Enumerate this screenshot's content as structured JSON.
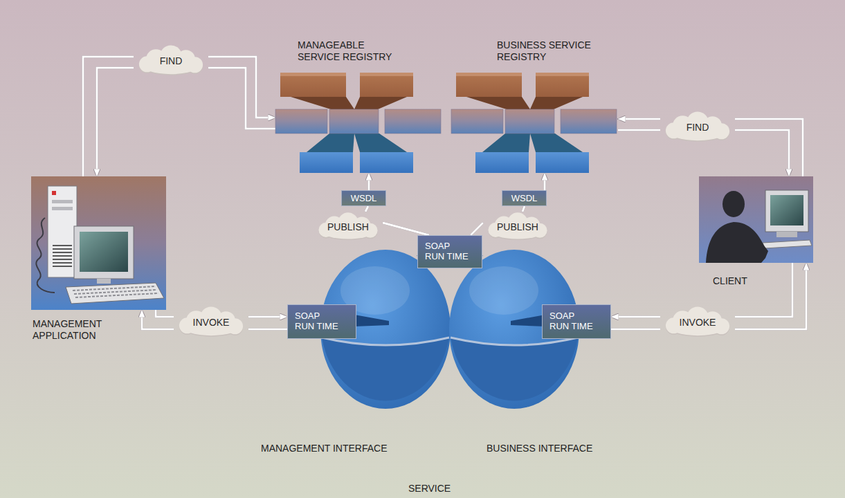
{
  "diagram": {
    "nodes": [
      {
        "text": [
          "MANAGEABLE SERVICE REGISTRY"
        ]
      },
      {
        "text": [
          "BUSINESS SERVICE REGISTRY"
        ]
      },
      {
        "text": [
          "FIND"
        ]
      },
      {
        "text": [
          "FIND"
        ]
      },
      {
        "text": [
          "MANAGEMENT APPLICATION"
        ]
      },
      {
        "text": [
          "CLIENT"
        ]
      },
      {
        "text": [
          "WSDL"
        ]
      },
      {
        "text": [
          "WSDL"
        ]
      },
      {
        "text": [
          "PUBLISH"
        ]
      },
      {
        "text": [
          "PUBLISH"
        ]
      },
      {
        "text": [
          "SOAP RUN TIME"
        ]
      },
      {
        "text": [
          "INVOKE"
        ]
      },
      {
        "text": [
          "SOAP RUN TIME"
        ]
      },
      {
        "text": [
          "SOAP RUN TIME"
        ]
      },
      {
        "text": [
          "INVOKE"
        ]
      },
      {
        "text": [
          "MANAGEMENT INTERFACE"
        ]
      },
      {
        "text": [
          "BUSINESS INTERFACE"
        ]
      }
    ],
    "edges": [
      {
        "from": 4,
        "to": 2,
        "arrow": "none"
      },
      {
        "from": 2,
        "to": 0,
        "arrow": "to"
      },
      {
        "from": 0,
        "to": 2,
        "arrow": "none"
      },
      {
        "from": 2,
        "to": 4,
        "arrow": "to"
      },
      {
        "from": 5,
        "to": 3,
        "arrow": "none"
      },
      {
        "from": 3,
        "to": 1,
        "arrow": "to"
      },
      {
        "from": 1,
        "to": 3,
        "arrow": "none"
      },
      {
        "from": 3,
        "to": 5,
        "arrow": "to"
      },
      {
        "from": 10,
        "to": 8,
        "arrow": "none"
      },
      {
        "from": 8,
        "to": 6,
        "arrow": "none"
      },
      {
        "from": 6,
        "to": 0,
        "arrow": "to"
      },
      {
        "from": 10,
        "to": 9,
        "arrow": "none"
      },
      {
        "from": 9,
        "to": 7,
        "arrow": "none"
      },
      {
        "from": 7,
        "to": 1,
        "arrow": "to"
      },
      {
        "from": 4,
        "to": 11,
        "arrow": "none"
      },
      {
        "from": 11,
        "to": 12,
        "arrow": "to"
      },
      {
        "from": 12,
        "to": 11,
        "arrow": "none"
      },
      {
        "from": 11,
        "to": 4,
        "arrow": "to"
      },
      {
        "from": 5,
        "to": 14,
        "arrow": "none"
      },
      {
        "from": 14,
        "to": 13,
        "arrow": "to"
      },
      {
        "from": 13,
        "to": 14,
        "arrow": "none"
      },
      {
        "from": 14,
        "to": 5,
        "arrow": "to"
      }
    ],
    "labels": [
      "SERVICE"
    ]
  }
}
